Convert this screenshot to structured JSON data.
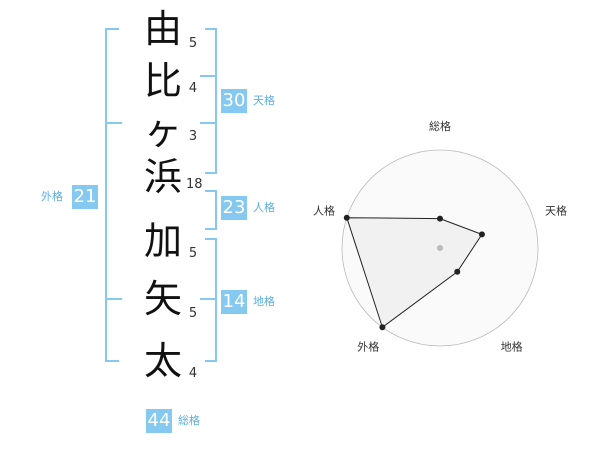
{
  "surname": [
    {
      "char": "由",
      "strokes": "5"
    },
    {
      "char": "比",
      "strokes": "4"
    },
    {
      "char": "ヶ",
      "strokes": "3"
    },
    {
      "char": "浜",
      "strokes": "18"
    }
  ],
  "given": [
    {
      "char": "加",
      "strokes": "5"
    },
    {
      "char": "矢",
      "strokes": "5"
    },
    {
      "char": "太",
      "strokes": "4"
    }
  ],
  "scores": {
    "tenkaku": {
      "value": "30",
      "label": "天格"
    },
    "jinkaku": {
      "value": "23",
      "label": "人格"
    },
    "chikaku": {
      "value": "14",
      "label": "地格"
    },
    "gaikaku": {
      "value": "21",
      "label": "外格"
    },
    "soukaku": {
      "value": "44",
      "label": "総格"
    }
  },
  "radar": {
    "axes": [
      "総格",
      "天格",
      "地格",
      "外格",
      "人格"
    ],
    "values": [
      0.3,
      0.45,
      0.3,
      1.0,
      1.0
    ],
    "colors": {
      "fill": "#efefef",
      "line": "#222222",
      "ring": "#bbbbbb",
      "center": "#bbbbbb"
    }
  }
}
